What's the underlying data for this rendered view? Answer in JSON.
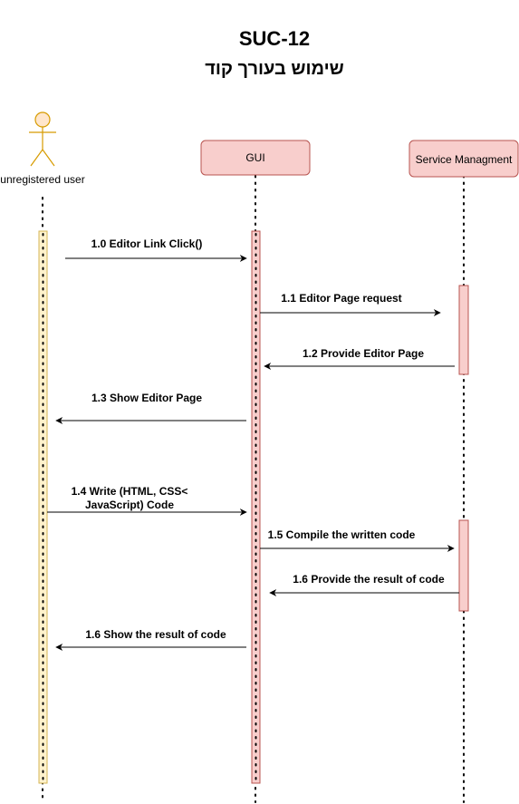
{
  "diagram": {
    "id": "SUC-12",
    "title": "שימוש בעורך קוד",
    "actor": {
      "label": "unregistered user"
    },
    "lifelines": [
      {
        "label": "GUI"
      },
      {
        "label": "Service Managment"
      }
    ],
    "messages": [
      {
        "label": "1.0 Editor Link Click()",
        "from": "unregistered user",
        "to": "GUI"
      },
      {
        "label": "1.1 Editor Page request",
        "from": "GUI",
        "to": "Service Managment"
      },
      {
        "label": "1.2 Provide Editor Page",
        "from": "Service Managment",
        "to": "GUI"
      },
      {
        "label": "1.3 Show Editor Page",
        "from": "GUI",
        "to": "unregistered user"
      },
      {
        "label_lines": [
          "1.4 Write (HTML, CSS<",
          "JavaScript) Code"
        ],
        "from": "unregistered user",
        "to": "GUI"
      },
      {
        "label": "1.5 Compile the written code",
        "from": "GUI",
        "to": "Service Managment"
      },
      {
        "label": "1.6 Provide the result of code",
        "from": "Service Managment",
        "to": "GUI"
      },
      {
        "label": "1.6 Show the result of code",
        "from": "GUI",
        "to": "unregistered user"
      }
    ],
    "colors": {
      "actor_fill": "#ffe6cc",
      "actor_stroke": "#d79b00",
      "activation_actor_fill": "#fff2cc",
      "activation_actor_stroke": "#d6b656",
      "box_fill": "#f8cecc",
      "box_stroke": "#b85450",
      "line": "#000000"
    }
  }
}
